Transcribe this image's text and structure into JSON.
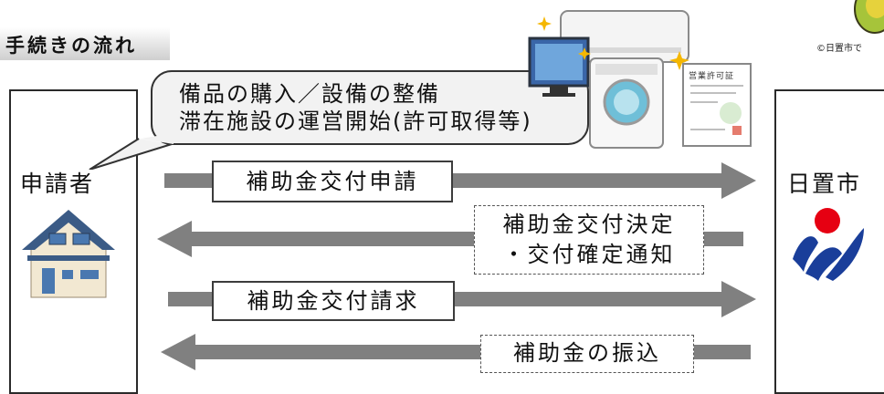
{
  "title": "手続きの流れ",
  "copyright": "©日置市で",
  "bubble": {
    "line1": "備品の購入／設備の整備",
    "line2": "滞在施設の運営開始(許可取得等)"
  },
  "applicant": {
    "label": "申請者",
    "icon": "house-icon"
  },
  "city": {
    "label": "日置市",
    "icon": "city-emblem-icon"
  },
  "certificate_title": "営業許可証",
  "flows": [
    {
      "direction": "to-city",
      "label": "補助金交付申請"
    },
    {
      "direction": "to-applicant",
      "label_line1": "補助金交付決定",
      "label_line2": "・交付確定通知"
    },
    {
      "direction": "to-city",
      "label": "補助金交付請求"
    },
    {
      "direction": "to-applicant",
      "label": "補助金の振込"
    }
  ],
  "colors": {
    "arrow": "#808080",
    "emblem_blue": "#1a3e9a",
    "emblem_red": "#e60012"
  }
}
